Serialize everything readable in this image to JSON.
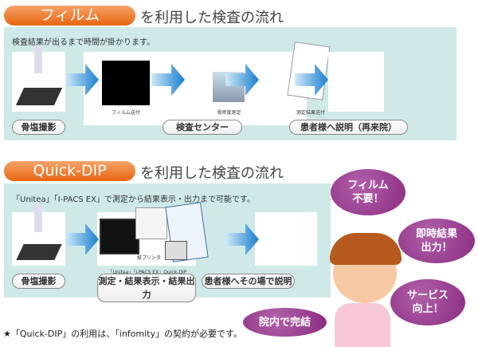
{
  "film_section": {
    "badge": "フィルム",
    "title": "を利用した検査の流れ",
    "subtitle": "検査結果が出るまで時間が掛かります。",
    "captions": [
      "フィルム送付",
      "骨密度測定",
      "測定結果送付"
    ],
    "steps": [
      "骨塩撮影",
      "検査センター",
      "患者様へ説明（再来院）"
    ]
  },
  "quickdip_section": {
    "badge": "Quick-DIP",
    "title": "を利用した検査の流れ",
    "subtitle": "「Unitea」「I-PACS EX」で測定から結果表示・出力まで可能です。",
    "printer_caption": "紙プリンタ",
    "system_caption": "「Unitea」「I-PACS EX」Quick-DIP",
    "steps": [
      "骨塩撮影",
      "測定・結果表示・結果出力",
      "患者様へその場で説明"
    ]
  },
  "bubbles": [
    "フィルム\n不要！",
    "即時結果\n出力！",
    "サービス\n向上！",
    "院内で完結"
  ],
  "footnote": "★「Quick-DIP」の利用は、「infomity」の契約が必要です。",
  "colors": {
    "orange": "#e8640f",
    "teal_panel": "#cfe9e8",
    "arrow_blue": "#1a7fd0",
    "bubble_purple": "#8a2a82"
  }
}
